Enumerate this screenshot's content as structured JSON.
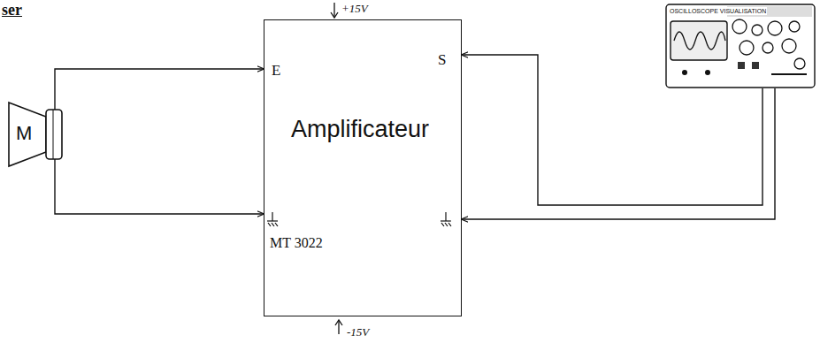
{
  "diagram": {
    "nodes": [
      {
        "text": [
          "M"
        ]
      },
      {
        "text": [
          "E",
          "S",
          "Amplificateur",
          "MT 3022"
        ]
      },
      {
        "text": [
          "OSCILLOSCOPE VISUALISATION"
        ]
      }
    ],
    "edges": [
      {
        "from": 0,
        "to": 1,
        "arrow": "to"
      },
      {
        "from": 0,
        "to": 1,
        "arrow": "to"
      },
      {
        "from": 2,
        "to": 1,
        "arrow": "to"
      },
      {
        "from": 2,
        "to": 1,
        "arrow": "to"
      }
    ],
    "labels": [
      "ser",
      "+15V",
      "-15V"
    ]
  }
}
